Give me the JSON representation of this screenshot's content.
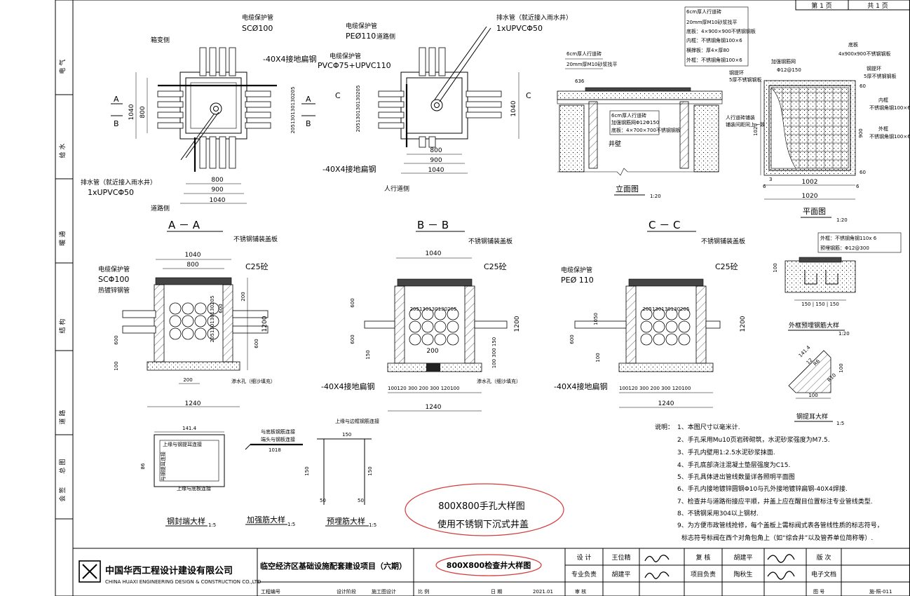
{
  "sheet": {
    "page_label": "第 1 页",
    "total_label": "共 1 页"
  },
  "left_strip": {
    "cells": [
      "电 气",
      "给 水",
      "暖 通",
      "结 构",
      "道 路",
      "总 图",
      "会 签"
    ]
  },
  "top_left_plan": {
    "label_box_side": "箱变侧",
    "label_road_side": "道路侧",
    "label_cable_pipe": "电缆保护管",
    "label_cable_pipe_spec": "SCØ100",
    "label_ground_flat_steel": "-40X4接地扁钢",
    "label_drain_pipe": "排水管（就近接入雨水井）",
    "label_drain_pipe_spec": "1xUPVCΦ50",
    "section_a": "A",
    "section_b": "B",
    "dim_1040_v": "1040",
    "dim_800_v": "800",
    "dim_stack_v": "205130130130205",
    "dim_800_h": "800",
    "dim_900_h": "900",
    "dim_1040_h": "1040"
  },
  "top_mid_plan": {
    "label_cable_pipe": "电缆保护管",
    "label_cable_pipe_spec": "PEØ110",
    "label_cable_pipe2": "电缆保护管",
    "label_cable_pipe2_spec": "PVCΦ75+UPVC110",
    "label_road_side": "道路侧",
    "label_drain_pipe": "排水管（就近接入雨水井）",
    "label_drain_pipe_spec": "1xUPVCΦ50",
    "label_ground_flat_steel": "-40X4接地扁钢",
    "label_walkway_side": "人行道侧",
    "section_c": "C",
    "dim_stack_v": "205130130130205",
    "dim_1040_v": "1040",
    "dim_800_h": "800",
    "dim_900_h": "900",
    "dim_1040_h": "1040"
  },
  "elevation": {
    "title": "立面图",
    "scale": "1:20",
    "note1": "6cm厚人行道砖",
    "note2": "20mm厚M10砂浆找平",
    "note3": "底板：4×900×900不锈钢钢板",
    "note4": "内框：不锈钢角钢100×6",
    "note5": "横撑板：厚4×厚80",
    "note6": "外框：不锈钢角钢100×6",
    "note7": "6cm厚人行道砖",
    "note8": "20mm厚M10砂浆找平",
    "note9": "6cm厚人行道砖",
    "note10": "加强钢筋网Φ12Φ150",
    "note11": "底板：4×700×700不锈钢钢板",
    "label_well_wall": "井壁",
    "dims": "636"
  },
  "plan_view": {
    "title": "平面图",
    "scale": "1:20",
    "label_bottom": "底板",
    "label_bottom_spec": "4x900x900不锈钢钢板",
    "label_rebar_net": "加强钢筋网",
    "label_rebar_spec": "Φ12@150",
    "label_hook": "钢提环",
    "label_hook_spec": "5厚不锈钢钢板",
    "label_steel_angle": "钢提环",
    "label_steel_angle_spec": "5厚不锈钢钢板",
    "label_inner_frame": "内框",
    "label_inner_frame_spec": "不锈钢角钢100×6",
    "label_outer_frame": "外框",
    "label_outer_frame_spec": "不锈钢角钢100×6",
    "label_walk_brick": "人行道砖铺装",
    "label_walk_brick2": "铺装间距同上一致",
    "dim_1002": "1002",
    "dim_1020": "1020",
    "dim_1020_v": "1020",
    "dim_900_v": "900",
    "dim_60a": "60",
    "dim_60b": "60",
    "dim_6a": "6",
    "dim_3": "3",
    "dim_6b": "6"
  },
  "section_aa": {
    "title": "A － A",
    "label_cover": "不锈钢铺装盖板",
    "label_concrete": "C25砼",
    "label_cable_pipe": "电缆保护管",
    "label_cable_pipe_spec": "SCΦ100",
    "label_galv": "热镀锌钢管",
    "label_seep": "渗水孔（细沙填充）",
    "dim_1040": "1040",
    "dim_800": "800",
    "dim_200a": "200",
    "dim_600a": "600",
    "dim_1200": "1200",
    "dim_600b": "600",
    "dim_600c": "600",
    "dim_100": "100",
    "dim_200b": "200",
    "dim_1240": "1240",
    "dim_stack": "205130130130205"
  },
  "section_bb": {
    "title": "B － B",
    "label_cover": "不锈钢铺装盖板",
    "label_concrete": "C25砼",
    "label_ground_flat_steel": "-40X4接地扁钢",
    "label_seep": "渗水孔（细沙填充）",
    "dim_1040": "1040",
    "dim_600a": "600",
    "dim_1200": "1200",
    "dim_600b": "600",
    "dim_150": "150",
    "dim_200": "200",
    "dim_100_300_150": "100 300 150",
    "dim_stack": "205130130130205",
    "dim_bottom": "100120  300  200  300  120100",
    "dim_1240": "1240"
  },
  "section_cc": {
    "title": "C － C",
    "label_cover": "不锈钢铺装盖板",
    "label_concrete": "C25砼",
    "label_cable_pipe": "电缆保护管",
    "label_cable_pipe_spec": "PEØ 110",
    "label_ground_flat_steel": "-40X4接地扁钢",
    "dim_1050": "1050",
    "dim_600": "600",
    "dim_1200": "1200",
    "dim_100": "100",
    "dim_stack": "205130130130205",
    "dim_bottom": "100120  300  200  300  120100",
    "dim_1240": "1240"
  },
  "outer_frame_detail": {
    "title": "外框预埋钢筋大样",
    "scale": "1:20",
    "note1": "外框：不锈钢角钢110x 6",
    "note2": "预埋钢筋：Φ12@300",
    "dim_100": "100",
    "dim_150": "150 | 150 | 150"
  },
  "hook_detail": {
    "title": "钢提耳大样",
    "scale": "1:5",
    "dim_1414": "141.4",
    "dim_12": "12",
    "dim_r6": "R6",
    "dim_100v": "100",
    "dim_100h": "100",
    "dim_r10": "R10"
  },
  "small_details": {
    "seal_title": "钢封端大样",
    "seal_scale": "1:5",
    "seal_dim": "141.4",
    "seal_dim_v": "86",
    "seal_note1": "上缘与钢提耳连接",
    "seal_note2": "上缘与底板连接",
    "seal_note3": "与钢提耳连接",
    "rebar_title": "加强筋大样",
    "rebar_scale": "1:5",
    "rebar_note1": "与底板钢筋连接",
    "rebar_note2": "端头与钢板连接",
    "rebar_dim": "1018",
    "embed_title": "预埋筋大样",
    "embed_scale": "1:5",
    "embed_note": "上缘与边框钢筋连接",
    "embed_dim150": "150",
    "embed_dim150v": "150",
    "embed_dim50a": "50",
    "embed_dim50b": "50"
  },
  "callout": {
    "line1": "800X800手孔大样图",
    "line2": "使用不锈钢下沉式井盖"
  },
  "notes": {
    "heading": "说明：",
    "items": [
      "1、本图尺寸以毫米计.",
      "2、手孔采用Mu10页岩砖砌筑，水泥砂浆强度为M7.5.",
      "3、手孔内壁用1:2.5水泥砂浆抹面.",
      "4、手孔底部浇注混凝土垫层强度为C15.",
      "5、手孔具体进出管线数量详各照明平面图",
      "6、手孔内接地镀锌圆钢Φ10与孔外接地镀锌扁钢-40X4焊接.",
      "7、检查井与道路衔接应平顺，井盖上应在醒目位置标注专业管线类型.",
      "8、不锈钢采用304以上钢材.",
      "9、为方便市政管线抢修，每个盖板上需标阀式表各管线性质的标志符号，",
      "标志符号标阀在西个对角包角上（如“综合井”以及管养单位简称等）."
    ]
  },
  "title_block": {
    "company_cn": "中国华西工程设计建设有限公司",
    "company_en": "CHINA HUAXI ENGINEERING DESIGN & CONSTRUCTION CO.,LTD",
    "project": "临空经济区基础设施配套建设项目（六期）",
    "drawing_name": "800X800检查井大样图",
    "row1": [
      "设  计",
      "王位精",
      "复  核",
      "胡建平",
      "版  次"
    ],
    "row2": [
      "专业负责",
      "胡建平",
      "项目负责",
      "陶秋生",
      "电子文档"
    ],
    "row3": [
      "工程编号",
      "",
      "设计阶段",
      "施工图设计",
      "比  例",
      "",
      "日  期",
      "2021.01",
      "审  核",
      "",
      "图  号",
      "施-照-011"
    ]
  }
}
